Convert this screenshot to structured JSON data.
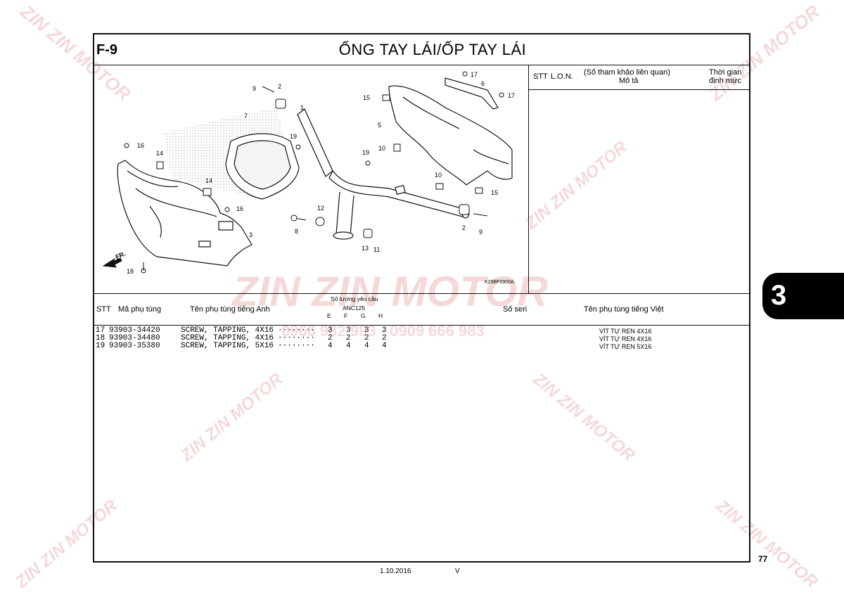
{
  "page": {
    "code": "F-9",
    "title": "ỐNG TAY LÁI/ỐP TAY LÁI",
    "section_tab": "3",
    "page_number": "77",
    "footer_date": "1.10.2016",
    "footer_version": "V"
  },
  "side_header": {
    "stt": "STT",
    "lon": "L.O.N.",
    "ref": "(Số tham khảo liên quan)",
    "desc": "Mô tả",
    "time_1": "Thời gian",
    "time_2": "định mức"
  },
  "diagram": {
    "code": "K29BF0900A",
    "fr_label": "FR.",
    "callouts": [
      "1",
      "2",
      "2",
      "3",
      "5",
      "6",
      "7",
      "8",
      "9",
      "9",
      "10",
      "10",
      "11",
      "12",
      "13",
      "14",
      "14",
      "15",
      "15",
      "16",
      "16",
      "17",
      "17",
      "18",
      "19",
      "19"
    ]
  },
  "table_header": {
    "stt": "STT",
    "part_no": "Mã phụ tùng",
    "name_en": "Tên phụ tùng tiếng Anh",
    "qty_required": "Số lượng yêu cầu",
    "model": "ANC125",
    "cols": [
      "E",
      "F",
      "G",
      "H"
    ],
    "serial": "Số seri",
    "name_vi": "Tên phụ tùng tiếng Việt"
  },
  "rows": [
    {
      "stt": "17",
      "part_no": "93903-34420",
      "name_en": "SCREW, TAPPING, 4X16",
      "dots": "········",
      "qty": [
        "3",
        "3",
        "3",
        "3"
      ],
      "name_vi": "VÍT TỰ REN 4X16"
    },
    {
      "stt": "18",
      "part_no": "93903-34480",
      "name_en": "SCREW, TAPPING, 4X16",
      "dots": "········",
      "qty": [
        "2",
        "2",
        "2",
        "2"
      ],
      "name_vi": "VÍT TỰ REN 4X16"
    },
    {
      "stt": "19",
      "part_no": "93903-35380",
      "name_en": "SCREW, TAPPING, 5X16",
      "dots": "········",
      "qty": [
        "4",
        "4",
        "4",
        "4"
      ],
      "name_vi": "VÍT TỰ REN 5X16"
    }
  ],
  "watermark": {
    "brand": "ZIN ZIN MOTOR",
    "phones": "0966 982 993 - 0909 666 983"
  }
}
